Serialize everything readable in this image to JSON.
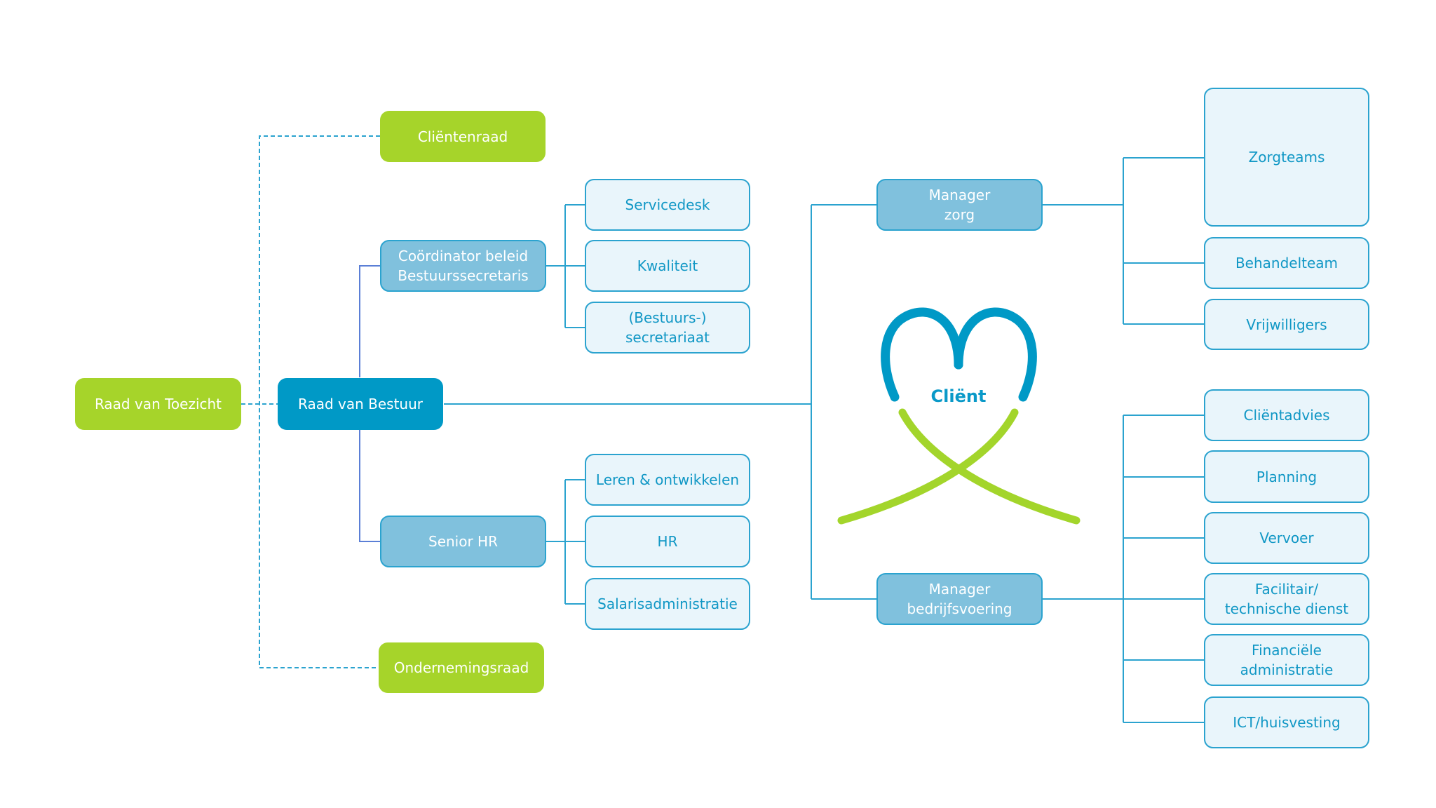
{
  "diagram": {
    "title": "Organogram",
    "colors": {
      "green": "#a6d42a",
      "primary_blue": "#0099c6",
      "mid_blue": "#80c1dd",
      "light_blue": "#e9f5fb",
      "line_blue": "#2ba3cf",
      "link_indigo": "#5b7fd6"
    },
    "nodes": {
      "raad_van_toezicht": "Raad van Toezicht",
      "raad_van_bestuur": "Raad van Bestuur",
      "clientenraad": "Cliëntenraad",
      "ondernemingsraad": "Ondernemingsraad",
      "coordinator": "Coördinator beleid\nBestuurssecretaris",
      "senior_hr": "Senior HR",
      "servicedesk": "Servicedesk",
      "kwaliteit": "Kwaliteit",
      "secretariaat": "(Bestuurs-)\nsecretariaat",
      "leren": "Leren & ontwikkelen",
      "hr": "HR",
      "salaris": "Salarisadministratie",
      "manager_zorg": "Manager\nzorg",
      "manager_bedrijfsvoering": "Manager\nbedrijfsvoering",
      "zorgteams": "Zorgteams",
      "behandelteam": "Behandelteam",
      "vrijwilligers": "Vrijwilligers",
      "clientadvies": "Cliëntadvies",
      "planning": "Planning",
      "vervoer": "Vervoer",
      "facilitair": "Facilitair/\ntechnische dienst",
      "financiele": "Financiële\nadministratie",
      "ict": "ICT/huisvesting"
    },
    "logo": {
      "label": "Cliënt",
      "icon": "heart-ribbon-logo"
    },
    "relations": [
      {
        "from": "Raad van Toezicht",
        "to": "Raad van Bestuur",
        "style": "dashed"
      },
      {
        "from": "Raad van Bestuur",
        "to": "Cliëntenraad",
        "style": "dashed"
      },
      {
        "from": "Raad van Bestuur",
        "to": "Ondernemingsraad",
        "style": "dashed"
      },
      {
        "from": "Raad van Bestuur",
        "to": "Coördinator beleid Bestuurssecretaris",
        "style": "solid"
      },
      {
        "from": "Raad van Bestuur",
        "to": "Senior HR",
        "style": "solid"
      },
      {
        "from": "Raad van Bestuur",
        "to": "Manager zorg",
        "style": "solid"
      },
      {
        "from": "Raad van Bestuur",
        "to": "Manager bedrijfsvoering",
        "style": "solid"
      }
    ]
  }
}
